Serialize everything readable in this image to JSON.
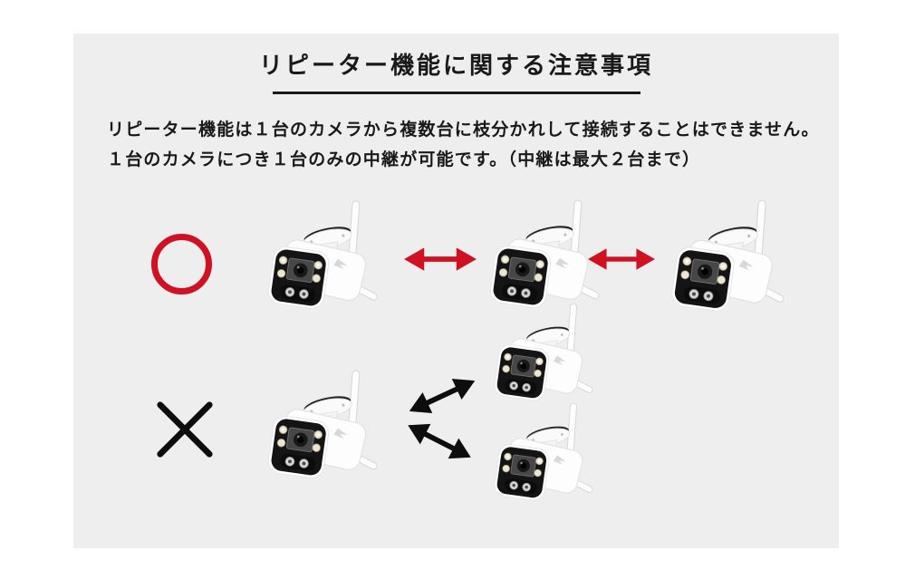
{
  "card": {
    "title": "リピーター機能に関する注意事項",
    "description_lines": [
      "リピーター機能は１台のカメラから複数台に枝分かれして接続することはできません。",
      "１台のカメラにつき１台のみの中継が可能です。（中継は最大２台まで）"
    ]
  },
  "colors": {
    "page_background": "#ffffff",
    "card_background": "#eeeeee",
    "text_ink": "#191919",
    "allowed_red": "#d01122",
    "prohibited_black": "#0d0d0d"
  },
  "diagram": {
    "allowed_row": {
      "mark_icon": "ok-circle-icon",
      "camera_count": 3,
      "arrow_icon": "red-double-arrow",
      "arrow_count": 2,
      "layout": "horizontal-chain"
    },
    "prohibited_row": {
      "mark_icon": "ng-cross-icon",
      "camera_count": 3,
      "arrow_icon": "black-double-arrow",
      "arrow_count": 2,
      "layout": "branching"
    }
  }
}
